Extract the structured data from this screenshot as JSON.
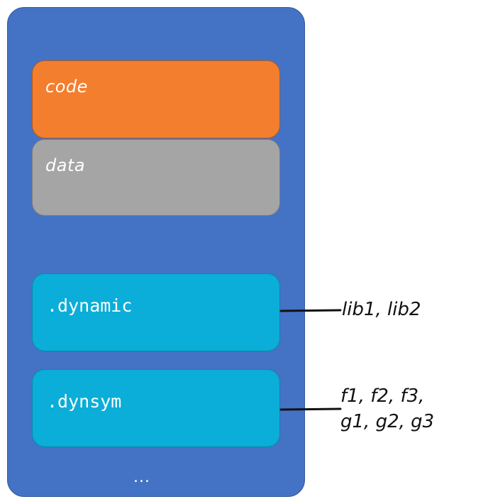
{
  "diagram": {
    "sections": {
      "code": {
        "label": "code",
        "color": "#f37e2d"
      },
      "data": {
        "label": "data",
        "color": "#a5a5a5"
      },
      "dynamic": {
        "label": ".dynamic",
        "color": "#0aaed8"
      },
      "dynsym": {
        "label": ".dynsym",
        "color": "#0aaed8"
      }
    },
    "ellipsis": "...",
    "annotations": {
      "dynamic": "lib1, lib2",
      "dynsym": {
        "line1": "f1, f2, f3,",
        "line2": "g1, g2, g3"
      }
    },
    "container_color": "#4472c4"
  }
}
